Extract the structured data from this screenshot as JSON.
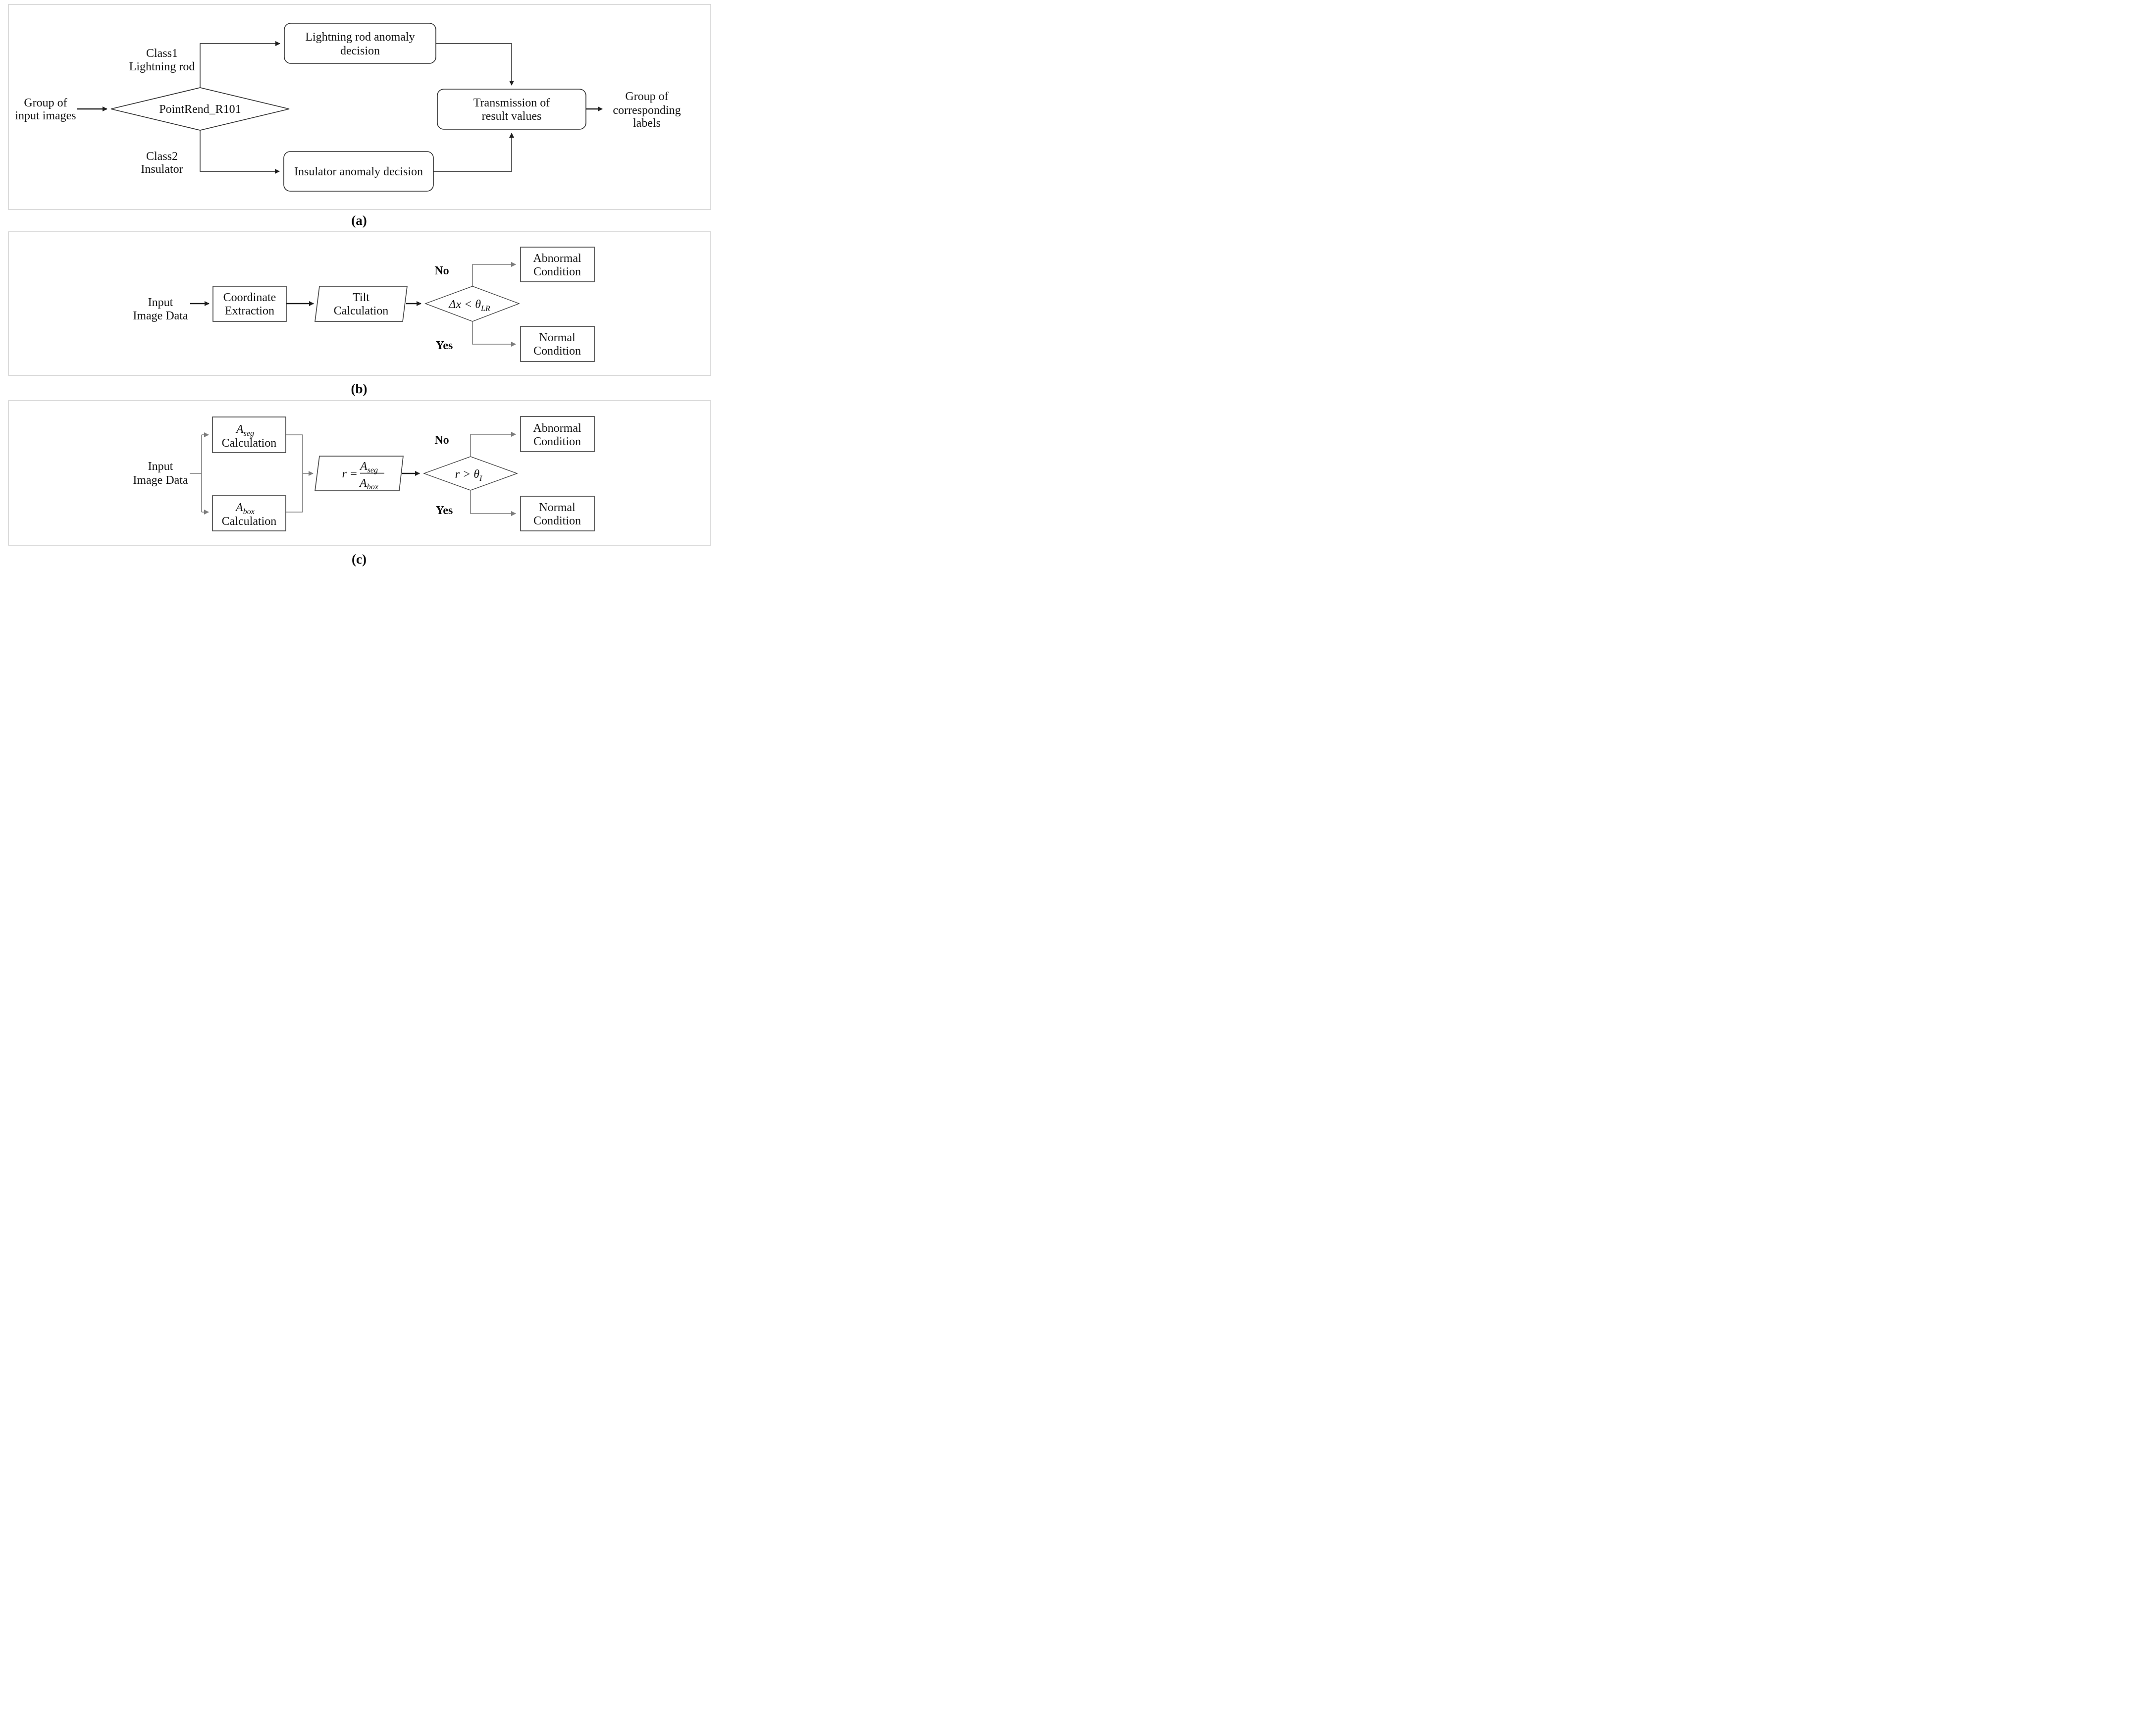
{
  "panels": {
    "a": {
      "caption": "(a)",
      "input_label": {
        "line1": "Group of",
        "line2": "input images"
      },
      "classifier": "PointRend_R101",
      "branch1_label": {
        "line1": "Class1",
        "line2": "Lightning rod"
      },
      "branch2_label": {
        "line1": "Class2",
        "line2": "Insulator"
      },
      "box_lightning": {
        "line1": "Lightning rod anomaly",
        "line2": "decision"
      },
      "box_insulator": "Insulator anomaly decision",
      "box_transmission": {
        "line1": "Transmission of",
        "line2": "result values"
      },
      "output_label": {
        "line1": "Group of",
        "line2": "corresponding",
        "line3": "labels"
      }
    },
    "b": {
      "caption": "(b)",
      "input_label": {
        "line1": "Input",
        "line2": "Image Data"
      },
      "box_coordinate": {
        "line1": "Coordinate",
        "line2": "Extraction"
      },
      "parallelogram": {
        "line1": "Tilt",
        "line2": "Calculation"
      },
      "condition": {
        "main": "Δx < θ",
        "sub": "LR"
      },
      "no_label": "No",
      "yes_label": "Yes",
      "box_abnormal": {
        "line1": "Abnormal",
        "line2": "Condition"
      },
      "box_normal": {
        "line1": "Normal",
        "line2": "Condition"
      }
    },
    "c": {
      "caption": "(c)",
      "input_label": {
        "line1": "Input",
        "line2": "Image Data"
      },
      "box_aseg": {
        "sym": "A",
        "sub": "seg",
        "line2": "Calculation"
      },
      "box_abox": {
        "sym": "A",
        "sub": "box",
        "line2": "Calculation"
      },
      "formula": {
        "prefix": "r = ",
        "num_sym": "A",
        "num_sub": "seg",
        "den_sym": "A",
        "den_sub": "box"
      },
      "condition": {
        "main": "r > θ",
        "sub": "I"
      },
      "no_label": "No",
      "yes_label": "Yes",
      "box_abnormal": {
        "line1": "Abnormal",
        "line2": "Condition"
      },
      "box_normal": {
        "line1": "Normal",
        "line2": "Condition"
      }
    }
  },
  "colors": {
    "line_black": "#1f1f1f",
    "line_gray": "#7d7d7d",
    "panel_border": "#cfcfcf",
    "text": "#141414"
  }
}
